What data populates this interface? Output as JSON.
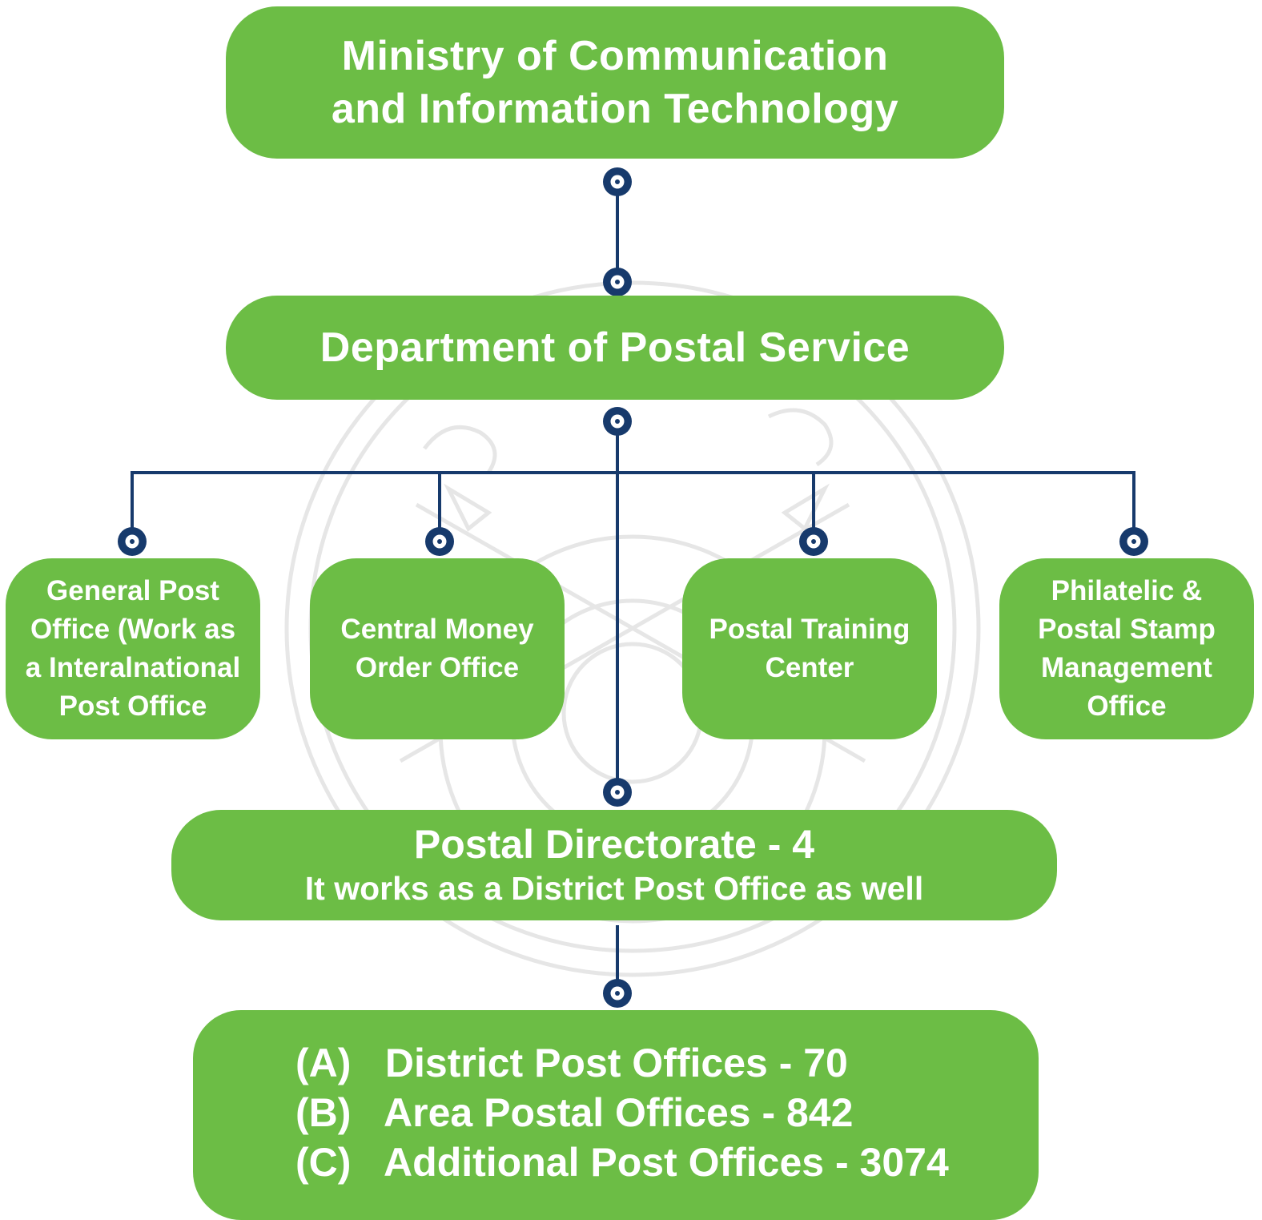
{
  "ministry": {
    "line1": "Ministry of Communication",
    "line2": "and Information Technology"
  },
  "department": {
    "title": "Department of Postal Service"
  },
  "units": [
    {
      "lines": [
        "General Post",
        "Office (Work as",
        "a Interalnational",
        "Post Office"
      ]
    },
    {
      "lines": [
        "Central Money",
        "Order Office"
      ]
    },
    {
      "lines": [
        "Postal Training",
        "Center"
      ]
    },
    {
      "lines": [
        "Philatelic &",
        "Postal Stamp",
        "Management",
        "Office"
      ]
    }
  ],
  "directorate": {
    "title": "Postal Directorate - 4",
    "subtitle": "It works as a District Post Office as well"
  },
  "offices": [
    {
      "tag": "(A)",
      "label": "District Post Offices - 70"
    },
    {
      "tag": "(B)",
      "label": "Area Postal Offices - 842"
    },
    {
      "tag": "(C)",
      "label": "Additional Post Offices - 3074"
    }
  ],
  "colors": {
    "box_fill": "#6cbd45",
    "connector": "#173a6c",
    "text": "#ffffff"
  }
}
